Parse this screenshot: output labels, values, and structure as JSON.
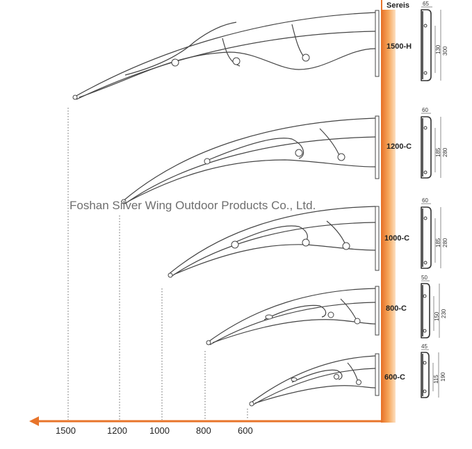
{
  "header": {
    "series_heading": "Sereis"
  },
  "watermark": "Foshan Silver Wing Outdoor Products Co., Ltd.",
  "axis": {
    "ticks": [
      "1500",
      "1200",
      "1000",
      "800",
      "600"
    ]
  },
  "models": [
    {
      "label": "1500-H",
      "bracket_width": "65",
      "hole_spacing": "130",
      "bracket_height": "300"
    },
    {
      "label": "1200-C",
      "bracket_width": "60",
      "hole_spacing": "185",
      "bracket_height": "280"
    },
    {
      "label": "1000-C",
      "bracket_width": "60",
      "hole_spacing": "185",
      "bracket_height": "280"
    },
    {
      "label": "800-C",
      "bracket_width": "50",
      "hole_spacing": "150",
      "bracket_height": "230"
    },
    {
      "label": "600-C",
      "bracket_width": "45",
      "hole_spacing": "115",
      "bracket_height": "190"
    }
  ],
  "colors": {
    "wall": "#f39a4a",
    "arrow": "#e8742a",
    "line": "#444444"
  }
}
